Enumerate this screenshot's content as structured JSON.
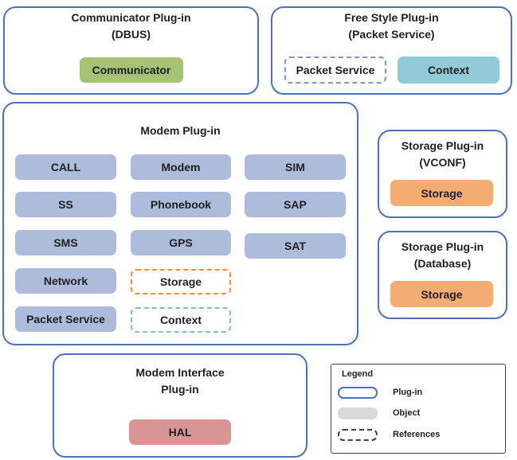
{
  "colors": {
    "plugin_border": "#4a72b8",
    "object_blue": "#aebcdb",
    "communicator_green": "#a6c275",
    "context_teal": "#91cbd8",
    "storage_orange": "#f3ac72",
    "hal_red": "#d99594",
    "object_gray": "#d9d9d9"
  },
  "communicator": {
    "title": "Communicator Plug-in",
    "subtitle": "(DBUS)",
    "object": "Communicator"
  },
  "freestyle": {
    "title": "Free Style Plug-in",
    "subtitle": "(Packet Service)",
    "reference": "Packet Service",
    "object": "Context"
  },
  "modem": {
    "title": "Modem Plug-in",
    "objects": {
      "call": "CALL",
      "modem": "Modem",
      "sim": "SIM",
      "ss": "SS",
      "phonebook": "Phonebook",
      "sap": "SAP",
      "sms": "SMS",
      "gps": "GPS",
      "sat": "SAT",
      "network": "Network",
      "packet_service": "Packet Service"
    },
    "references": {
      "storage": "Storage",
      "context": "Context"
    }
  },
  "storage_vconf": {
    "title": "Storage Plug-in",
    "subtitle": "(VCONF)",
    "object": "Storage"
  },
  "storage_db": {
    "title": "Storage Plug-in",
    "subtitle": "(Database)",
    "object": "Storage"
  },
  "modem_interface": {
    "title": "Modem Interface",
    "subtitle": "Plug-in",
    "object": "HAL"
  },
  "legend": {
    "title": "Legend",
    "plugin": "Plug-in",
    "object": "Object",
    "references": "References"
  }
}
